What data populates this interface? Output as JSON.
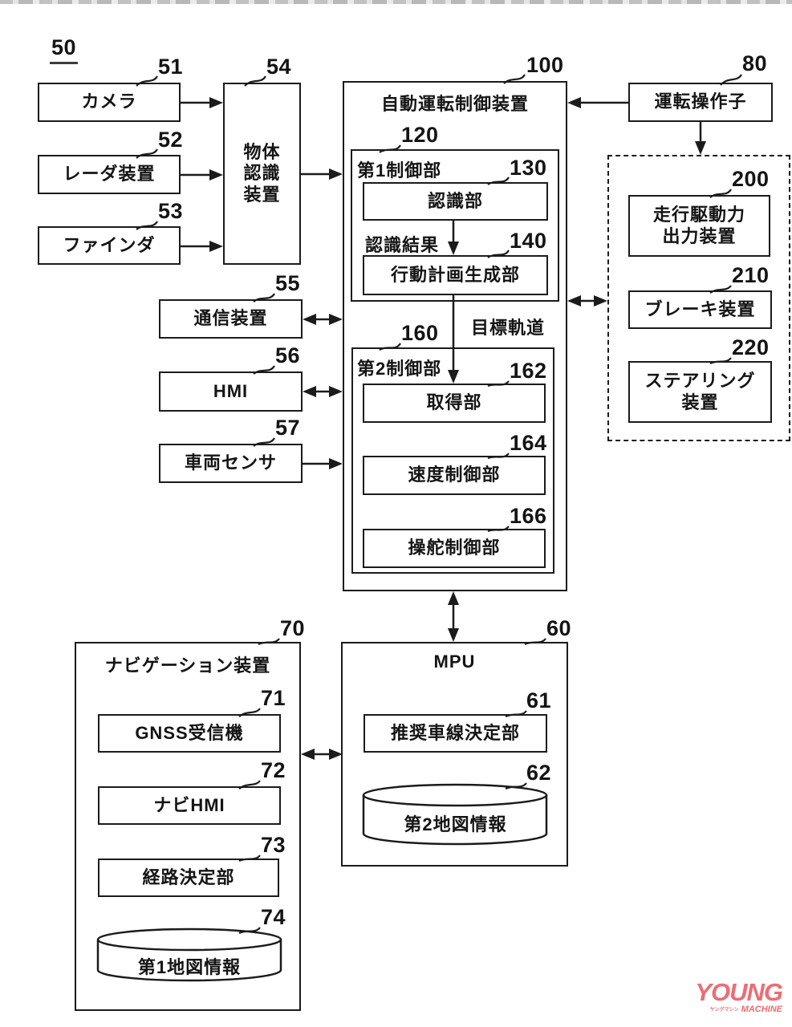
{
  "diagram": {
    "system_ref": "50",
    "line_color": "#1b1b1b",
    "blocks": {
      "camera": {
        "ref": "51",
        "label": "カメラ"
      },
      "radar": {
        "ref": "52",
        "label": "レーダ装置"
      },
      "finder": {
        "ref": "53",
        "label": "ファインダ"
      },
      "object_recognition": {
        "ref": "54",
        "lines": [
          "物体",
          "認識",
          "装置"
        ]
      },
      "auto_drive_control": {
        "ref": "100",
        "title": "自動運転制御装置"
      },
      "first_control": {
        "ref": "120",
        "label": "第1制御部"
      },
      "recognition": {
        "ref": "130",
        "label": "認識部"
      },
      "action_plan": {
        "ref": "140",
        "label": "行動計画生成部"
      },
      "second_control": {
        "ref": "160",
        "label": "第2制御部"
      },
      "acquisition": {
        "ref": "162",
        "label": "取得部"
      },
      "speed_control": {
        "ref": "164",
        "label": "速度制御部"
      },
      "steering_control": {
        "ref": "166",
        "label": "操舵制御部"
      },
      "communication": {
        "ref": "55",
        "label": "通信装置"
      },
      "hmi": {
        "ref": "56",
        "label": "HMI"
      },
      "vehicle_sensor": {
        "ref": "57",
        "label": "車両センサ"
      },
      "driving_operator": {
        "ref": "80",
        "label": "運転操作子"
      },
      "drive_force_output": {
        "ref": "200",
        "lines": [
          "走行駆動力",
          "出力装置"
        ]
      },
      "brake": {
        "ref": "210",
        "label": "ブレーキ装置"
      },
      "steering_device": {
        "ref": "220",
        "lines": [
          "ステアリング",
          "装置"
        ]
      },
      "navigation": {
        "ref": "70",
        "title": "ナビゲーション装置"
      },
      "gnss": {
        "ref": "71",
        "label": "GNSS受信機"
      },
      "navi_hmi": {
        "ref": "72",
        "label": "ナビHMI"
      },
      "route_decision": {
        "ref": "73",
        "label": "経路決定部"
      },
      "map1": {
        "ref": "74",
        "label": "第1地図情報"
      },
      "mpu": {
        "ref": "60",
        "title": "MPU"
      },
      "recommended_lane": {
        "ref": "61",
        "label": "推奨車線決定部"
      },
      "map2": {
        "ref": "62",
        "label": "第2地図情報"
      }
    },
    "edge_labels": {
      "recognition_result": "認識結果",
      "target_trajectory": "目標軌道"
    },
    "watermark": {
      "title": "YOUNG",
      "subtitle": "MACHINE",
      "kana": "ヤングマシン",
      "color": "#ec6d74"
    }
  }
}
